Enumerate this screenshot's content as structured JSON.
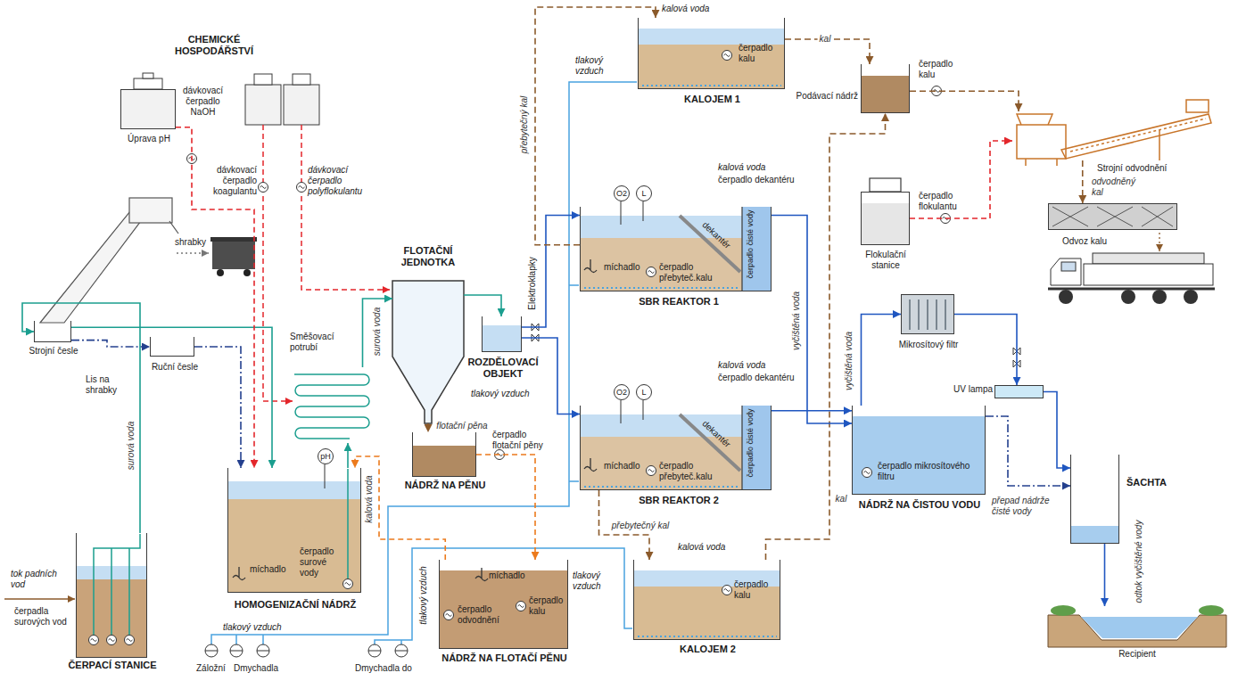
{
  "diagram": {
    "nodes": [
      {
        "text": [
          "Úprava pH"
        ]
      },
      {
        "text": [
          "Strojní česle"
        ]
      },
      {
        "text": [
          "Ruční česle"
        ]
      },
      {
        "text": [
          "ČERPACÍ STANICE",
          "čerpadla surových vod"
        ]
      },
      {
        "text": [
          "HOMOGENIZAČNÍ NÁDRŽ",
          "pH",
          "míchadlo",
          "čerpadlo surové vody"
        ]
      },
      {
        "text": [
          "Směšovací potrubí"
        ]
      },
      {
        "text": [
          "FLOTAČNÍ JEDNOTKA"
        ]
      },
      {
        "text": [
          "ROZDĚLOVACÍ OBJEKT"
        ]
      },
      {
        "text": [
          "NÁDRŽ NA PĚNU"
        ]
      },
      {
        "text": [
          "SBR REAKTOR 1",
          "O2",
          "L",
          "míchadlo",
          "čerpadlo přebyteč.kalu",
          "dekantér",
          "čerpadlo čisté vody"
        ]
      },
      {
        "text": [
          "SBR REAKTOR 2",
          "O2",
          "L",
          "míchadlo",
          "čerpadlo přebyteč.kalu",
          "dekantér",
          "čerpadlo čisté vody"
        ]
      },
      {
        "text": [
          "KALOJEM 1",
          "čerpadlo kalu"
        ]
      },
      {
        "text": [
          "KALOJEM 2",
          "čerpadlo kalu"
        ]
      },
      {
        "text": [
          "NÁDRŽ NA FLOTAČÍ PĚNU",
          "míchadlo",
          "čerpadlo odvodnění",
          "čerpadlo kalu"
        ]
      },
      {
        "text": [
          "Podávací nádrž"
        ]
      },
      {
        "text": [
          "Strojní odvodnění"
        ]
      },
      {
        "text": [
          "Odvoz kalu"
        ]
      },
      {
        "text": [
          "Flokulační stanice"
        ]
      },
      {
        "text": [
          "NÁDRŽ NA ČISTOU VODU",
          "čerpadlo mikrosítového filtru"
        ]
      },
      {
        "text": [
          "Mikrosítový filtr"
        ]
      },
      {
        "text": [
          "UV lampa"
        ]
      },
      {
        "text": [
          "ŠACHTA"
        ]
      },
      {
        "text": [
          "Recipient"
        ]
      }
    ],
    "edges": [
      {
        "from": 3,
        "to": 1,
        "arrow": "to",
        "label": "surová voda"
      },
      {
        "from": 1,
        "to": 4,
        "arrow": "to"
      },
      {
        "from": 1,
        "to": 2,
        "arrow": "to"
      },
      {
        "from": 2,
        "to": 4,
        "arrow": "to"
      },
      {
        "from": 0,
        "to": 4,
        "arrow": "to"
      },
      {
        "from": 4,
        "to": 5,
        "arrow": "to"
      },
      {
        "from": 5,
        "to": 6,
        "arrow": "to",
        "label": "surová voda"
      },
      {
        "from": 6,
        "to": 7,
        "arrow": "to"
      },
      {
        "from": 7,
        "to": 9,
        "arrow": "to"
      },
      {
        "from": 7,
        "to": 10,
        "arrow": "to"
      },
      {
        "from": 6,
        "to": 8,
        "arrow": "to",
        "label": "flotační pěna"
      },
      {
        "from": 8,
        "to": 13,
        "arrow": "to"
      },
      {
        "from": 13,
        "to": 4,
        "arrow": "to",
        "label": "kalová voda"
      },
      {
        "from": 9,
        "to": 11,
        "arrow": "to",
        "label": "přebytečný kal"
      },
      {
        "from": 10,
        "to": 12,
        "arrow": "to",
        "label": "přebytečný kal"
      },
      {
        "from": 11,
        "to": 14,
        "arrow": "to",
        "label": "kal"
      },
      {
        "from": 12,
        "to": 14,
        "arrow": "to",
        "label": "kal"
      },
      {
        "from": 9,
        "to": 18,
        "arrow": "to",
        "label": "vyčištěná voda"
      },
      {
        "from": 10,
        "to": 18,
        "arrow": "to"
      },
      {
        "from": 14,
        "to": 15,
        "arrow": "to"
      },
      {
        "from": 17,
        "to": 15,
        "arrow": "to"
      },
      {
        "from": 15,
        "to": 16,
        "arrow": "to",
        "label": "odvodněný kal"
      },
      {
        "from": 18,
        "to": 19,
        "arrow": "to",
        "label": "vyčištěná voda"
      },
      {
        "from": 19,
        "to": 20,
        "arrow": "to"
      },
      {
        "from": 20,
        "to": 21,
        "arrow": "to"
      },
      {
        "from": 18,
        "to": 21,
        "arrow": "to",
        "label": "přepad nádrže čisté vody"
      },
      {
        "from": 21,
        "to": 22,
        "arrow": "to",
        "label": "odtok vyčištěné vody"
      }
    ],
    "labels": [
      "CHEMICKÉ HOSPODÁŘSTVÍ",
      "dávkovací čerpadlo NaOH",
      "dávkovací čerpadlo koagulantu",
      "dávkovací čerpadlo polyflokulantu",
      "shrabky",
      "Lis na shrabky",
      "tok padních vod",
      "Elektroklapky",
      "čerpadlo flotační pěny",
      "tlakový vzduch",
      "tlakový vzduch",
      "tlakový vzduch",
      "tlakový vzduch",
      "tlakový vzduch",
      "Záložní",
      "Dmychadla",
      "Dmychadla do",
      "kalová voda",
      "čerpadlo dekantéru",
      "kalová voda",
      "čerpadlo dekantéru",
      "kalová voda",
      "čerpadlo kalu",
      "čerpadlo flokulantu",
      "kalová voda"
    ]
  }
}
